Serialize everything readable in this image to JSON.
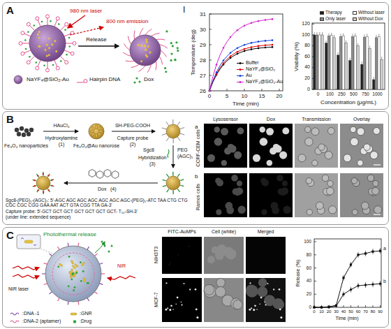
{
  "diagram": {
    "nodes": [
      {
        "text": [
          "A"
        ]
      },
      {
        "text": [
          "B"
        ]
      },
      {
        "text": [
          "C"
        ]
      }
    ],
    "labels": [
      "I",
      "980 nm laser",
      "800 nm emission",
      "Release",
      "NaYF₄@SiO₂-Au",
      "Hairpin DNA",
      "Dox",
      "Temperature (deg)",
      "26",
      "27",
      "28",
      "29",
      "30",
      "31",
      "0",
      "5",
      "10",
      "15",
      "20",
      "Time (min)",
      "Viability (%)",
      "0",
      "20",
      "40",
      "60",
      "80",
      "100",
      "120",
      "0",
      "100",
      "250",
      "500",
      "750",
      "1000",
      "Concentration (μg/mL)",
      "Fe₃O₄ nanoparticles",
      "HAuCl₄",
      "Hydroxylamine",
      "(1)",
      "Fe₃O₄@Au nanorose",
      "SH-PEG-COOH",
      "Capture probe",
      "(2)",
      "Sgc8",
      "PEG",
      "(AGC)₅",
      "Hybridization",
      "(3)",
      "Dox",
      "(4)",
      "Sgc8-(PEG)₅-(AGC)₇: 5'-AGC AGC AGC AGC AGC AGC AGC-(PEG)₅-ATC TAA CTG CTG CGC CGC CGG GAA AAT ACT GTA CGG TTA GA-3'",
      "Capture probe: 5'-GCT GCT GCT GCT GCT GCT GCT- T₁₀-SH-3'",
      "(under line: extended sequence)",
      "Lysosensor",
      "Dox",
      "Transmission",
      "Overlay",
      "a",
      "CCRF-CEM cells",
      "b",
      "Ramos cells",
      "Photothermal release",
      "NIR",
      "NIR laser",
      "FITC-AuMPs",
      "Cell (white)",
      "Merged",
      "NIH3T3",
      "MCF-7",
      "Release (%)",
      "0",
      "20",
      "40",
      "60",
      "80",
      "100",
      "0",
      "10",
      "20",
      "30",
      "40",
      "50",
      "60",
      "70",
      "80",
      "90",
      "Time (min)",
      "a",
      "b"
    ],
    "legend": [
      {
        "text": "Buffer"
      },
      {
        "text": "NaYF₄@SiO₂"
      },
      {
        "text": "Au"
      },
      {
        "text": "NaYF₄@SiO₂-Au"
      },
      {
        "text": "Therapy",
        "color": "#222222"
      },
      {
        "text": "Only laser",
        "color": "#8c8c8c"
      },
      {
        "text": "Without laser",
        "color": "#ffffff"
      },
      {
        "text": "Without Dox",
        "color": "#d0d0d0"
      },
      {
        "text": ":DNA -1"
      },
      {
        "text": ":GNR"
      },
      {
        "text": ":DNA-2 (aptamer)"
      },
      {
        "text": ":Drug"
      }
    ]
  }
}
